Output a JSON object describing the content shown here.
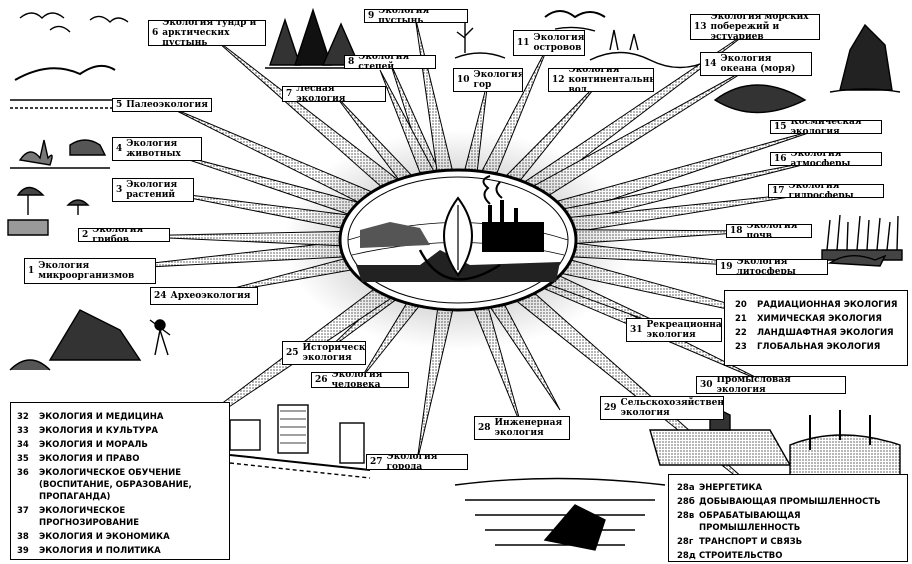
{
  "labels": [
    {
      "num": "1",
      "text": "Экология микроорганизмов"
    },
    {
      "num": "2",
      "text": "Экология грибов"
    },
    {
      "num": "3",
      "text": "Экология растений"
    },
    {
      "num": "4",
      "text": "Экология животных"
    },
    {
      "num": "5",
      "text": "Палеоэкология"
    },
    {
      "num": "6",
      "text": "Экология тундр и арктических пустынь"
    },
    {
      "num": "7",
      "text": "Лесная экология"
    },
    {
      "num": "8",
      "text": "Экология степей"
    },
    {
      "num": "9",
      "text": "Экология пустынь"
    },
    {
      "num": "10",
      "text": "Экология гор"
    },
    {
      "num": "11",
      "text": "Экология островов"
    },
    {
      "num": "12",
      "text": "Экология континентальных вод"
    },
    {
      "num": "13",
      "text": "Экология морских побережий и эстуариев"
    },
    {
      "num": "14",
      "text": "Экология океана (моря)"
    },
    {
      "num": "15",
      "text": "Космическая экология"
    },
    {
      "num": "16",
      "text": "Экология атмосферы"
    },
    {
      "num": "17",
      "text": "Экология гидросферы"
    },
    {
      "num": "18",
      "text": "Экология почв"
    },
    {
      "num": "19",
      "text": "Экология литосферы"
    },
    {
      "num": "24",
      "text": "Археоэкология"
    },
    {
      "num": "25",
      "text": "Историческая экология"
    },
    {
      "num": "26",
      "text": "Экология человека"
    },
    {
      "num": "27",
      "text": "Экология города"
    },
    {
      "num": "28",
      "text": "Инженерная экология"
    },
    {
      "num": "29",
      "text": "Сельскохозяйственная экология"
    },
    {
      "num": "30",
      "text": "Промысловая экология"
    },
    {
      "num": "31",
      "text": "Рекреационная экология"
    }
  ],
  "list_20_23": [
    {
      "num": "20",
      "text": "РАДИАЦИОННАЯ ЭКОЛОГИЯ"
    },
    {
      "num": "21",
      "text": "ХИМИЧЕСКАЯ ЭКОЛОГИЯ"
    },
    {
      "num": "22",
      "text": "ЛАНДШАФТНАЯ ЭКОЛОГИЯ"
    },
    {
      "num": "23",
      "text": "ГЛОБАЛЬНАЯ ЭКОЛОГИЯ"
    }
  ],
  "list_28": [
    {
      "num": "28а",
      "text": "ЭНЕРГЕТИКА"
    },
    {
      "num": "28б",
      "text": "ДОБЫВАЮЩАЯ ПРОМЫШЛЕННОСТЬ"
    },
    {
      "num": "28в",
      "text": "ОБРАБАТЫВАЮЩАЯ ПРОМЫШЛЕННОСТЬ"
    },
    {
      "num": "28г",
      "text": "ТРАНСПОРТ И СВЯЗЬ"
    },
    {
      "num": "28д",
      "text": "СТРОИТЕЛЬСТВО"
    }
  ],
  "list_32_39": [
    {
      "num": "32",
      "text": "ЭКОЛОГИЯ И МЕДИЦИНА"
    },
    {
      "num": "33",
      "text": "ЭКОЛОГИЯ И КУЛЬТУРА"
    },
    {
      "num": "34",
      "text": "ЭКОЛОГИЯ И МОРАЛЬ"
    },
    {
      "num": "35",
      "text": "ЭКОЛОГИЯ И ПРАВО"
    },
    {
      "num": "36",
      "text": "ЭКОЛОГИЧЕСКОЕ ОБУЧЕНИЕ (ВОСПИТАНИЕ, ОБРАЗОВАНИЕ, ПРОПАГАНДА)"
    },
    {
      "num": "37",
      "text": "ЭКОЛОГИЧЕСКОЕ ПРОГНОЗИРОВАНИЕ"
    },
    {
      "num": "38",
      "text": "ЭКОЛОГИЯ И ЭКОНОМИКА"
    },
    {
      "num": "39",
      "text": "ЭКОЛОГИЯ И ПОЛИТИКА"
    }
  ],
  "icons": [
    "globe-emblem-icon",
    "leaf-icon",
    "factory-icon",
    "dinosaur-icon",
    "birds-icon",
    "forest-icon",
    "animals-icon",
    "mushroom-icon",
    "cactus-icon",
    "bird-icon",
    "sea-coast-icon",
    "rock-island-icon",
    "sea-fish-icon",
    "soil-grass-icon",
    "animal-icon",
    "primitive-people-icon",
    "city-buildings-icon",
    "quarry-excavator-icon",
    "farm-field-icon",
    "fishing-net-icon"
  ]
}
